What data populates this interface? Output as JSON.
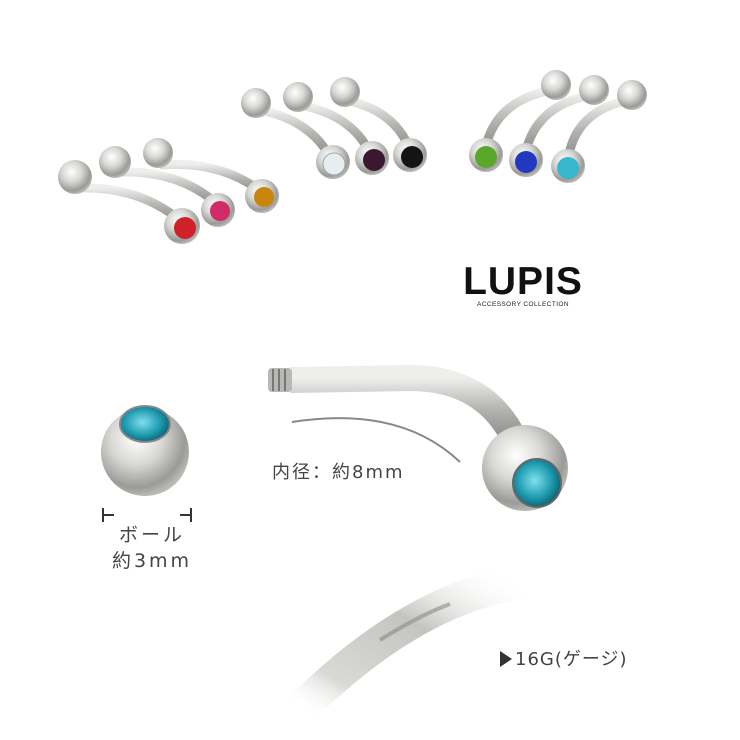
{
  "brand": {
    "name": "LUPIS",
    "tagline": "ACCESSORY COLLECTION"
  },
  "product_variants": {
    "group_left": [
      "#d0202a",
      "#d02a6a",
      "#c8860e"
    ],
    "group_middle": [
      "#e8eef0",
      "#3a1830",
      "#141414"
    ],
    "group_right": [
      "#5aa82a",
      "#2238c0",
      "#38b6cc"
    ]
  },
  "annotations": {
    "ball_size_label": "ボール",
    "ball_size_value": "約3mm",
    "inner_diameter": "内径：約8mm",
    "gauge": "16G(ゲージ)"
  },
  "colors": {
    "steel_light": "#f2f2f0",
    "steel_mid": "#c9c9c6",
    "steel_dark": "#8c8c8a",
    "gem_featured": "#1e9bb0",
    "text": "#444444"
  }
}
